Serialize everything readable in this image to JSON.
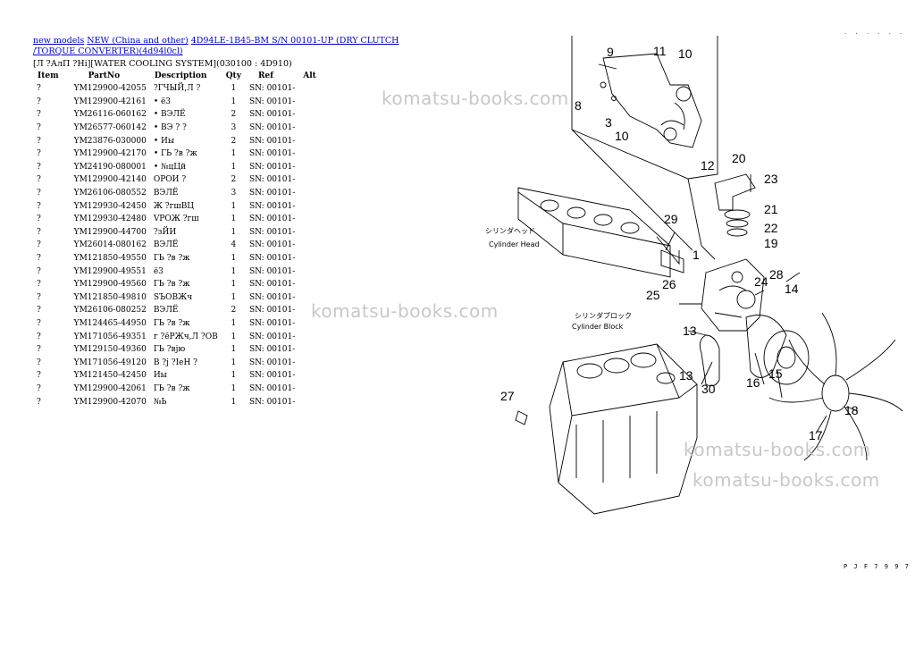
{
  "breadcrumb": {
    "link1": "new models",
    "link2": "NEW (China and other)",
    "link3": "4D94LE-1B45-BM S/N 00101-UP (DRY CLUTCH /TORQUE CONVERTER)(4d94l0cl)"
  },
  "section_title": "[Л ?АлП ?Ні][WATER COOLING SYSTEM](030100 : 4D910)",
  "table": {
    "headers": [
      "Item",
      "PartNo",
      "Description",
      "Qty",
      "Ref",
      "Alt"
    ],
    "rows": [
      [
        "?",
        "YM129900-42055",
        "?ГЧЫЙ,Л ?",
        "1",
        "SN: 00101-",
        ""
      ],
      [
        "?",
        "YM129900-42161",
        "• ё3",
        "1",
        "SN: 00101-",
        ""
      ],
      [
        "?",
        "YM26116-060162",
        "• ВЭЛЁ",
        "2",
        "SN: 00101-",
        ""
      ],
      [
        "?",
        "YM26577-060142",
        "• ВЭ ? ?",
        "3",
        "SN: 00101-",
        ""
      ],
      [
        "?",
        "YM23876-030000",
        "• Иы",
        "2",
        "SN: 00101-",
        ""
      ],
      [
        "?",
        "YM129900-42170",
        "• ГЬ ?в ?ж",
        "1",
        "SN: 00101-",
        ""
      ],
      [
        "?",
        "YM24190-080001",
        "• №цЦй",
        "1",
        "SN: 00101-",
        ""
      ],
      [
        "?",
        "YM129900-42140",
        "ОРОИ ?",
        "2",
        "SN: 00101-",
        ""
      ],
      [
        "?",
        "YM26106-080552",
        "ВЭЛЁ",
        "3",
        "SN: 00101-",
        ""
      ],
      [
        "?",
        "YM129930-42450",
        "Ж ?гшВЦ",
        "1",
        "SN: 00101-",
        ""
      ],
      [
        "?",
        "YM129930-42480",
        "VРОЖ ?гш",
        "1",
        "SN: 00101-",
        ""
      ],
      [
        "?",
        "YM129900-44700",
        "?зЙИ",
        "1",
        "SN: 00101-",
        ""
      ],
      [
        "?",
        "YM26014-080162",
        "ВЭЛЁ",
        "4",
        "SN: 00101-",
        ""
      ],
      [
        "?",
        "YM121850-49550",
        "ГЬ ?в ?ж",
        "1",
        "SN: 00101-",
        ""
      ],
      [
        "?",
        "YM129900-49551",
        "ё3",
        "1",
        "SN: 00101-",
        ""
      ],
      [
        "?",
        "YM129900-49560",
        "ГЬ ?в ?ж",
        "1",
        "SN: 00101-",
        ""
      ],
      [
        "?",
        "YM121850-49810",
        "SЪОВЖч",
        "1",
        "SN: 00101-",
        ""
      ],
      [
        "?",
        "YM26106-080252",
        "ВЭЛЁ",
        "2",
        "SN: 00101-",
        ""
      ],
      [
        "?",
        "YM124465-44950",
        "ГЬ ?в ?ж",
        "1",
        "SN: 00101-",
        ""
      ],
      [
        "?",
        "YM171056-49351",
        "г ?ёРЖч,Л ?ОВ",
        "1",
        "SN: 00101-",
        ""
      ],
      [
        "?",
        "YM129150-49360",
        "ГЬ ?вјю",
        "1",
        "SN: 00101-",
        ""
      ],
      [
        "?",
        "YM171056-49120",
        "В ?ј ?ІеН ?",
        "1",
        "SN: 00101-",
        ""
      ],
      [
        "?",
        "YM121450-42450",
        "Иы",
        "1",
        "SN: 00101-",
        ""
      ],
      [
        "?",
        "YM129900-42061",
        "ГЬ ?в ?ж",
        "1",
        "SN: 00101-",
        ""
      ],
      [
        "?",
        "YM129900-42070",
        "№Ь",
        "1",
        "SN: 00101-",
        ""
      ]
    ]
  },
  "diagram": {
    "callouts": [
      "9",
      "11",
      "10",
      "8",
      "3",
      "10",
      "12",
      "20",
      "23",
      "21",
      "22",
      "19",
      "29",
      "1",
      "28",
      "24",
      "14",
      "26",
      "25",
      "13",
      "30",
      "16",
      "15",
      "27",
      "13",
      "18",
      "17"
    ],
    "label_head_jp": "シリンダヘッド",
    "label_head_en": "Cylinder Head",
    "label_block_jp": "シリンダブロック",
    "label_block_en": "Cylinder Block",
    "figure_code": "P J F 7 9 9 7",
    "corner_marks": "· · · · · ·"
  },
  "watermark": {
    "text": "komatsu-books.com",
    "color": "#c8c8c8"
  },
  "colors": {
    "link": "#0000cc"
  }
}
